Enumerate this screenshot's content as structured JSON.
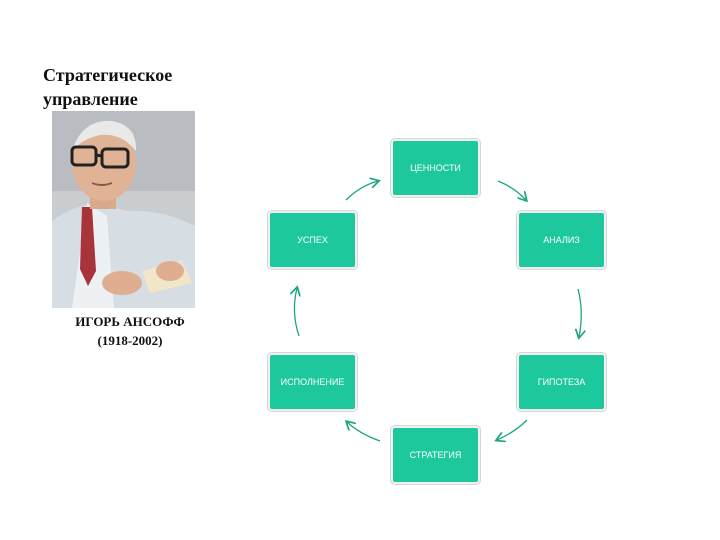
{
  "title": "Стратегическое управление",
  "portrait": {
    "name": "ИГОРЬ АНСОФФ",
    "years": "(1918-2002)"
  },
  "cycle": {
    "nodes": [
      "ЦЕННОСТИ",
      "АНАЛИЗ",
      "ГИПОТЕЗА",
      "СТРАТЕГИЯ",
      "ИСПОЛНЕНИЕ",
      "УСПЕХ"
    ],
    "colors": {
      "node": "#1dc99c",
      "arrow": "#1aa67f"
    }
  }
}
